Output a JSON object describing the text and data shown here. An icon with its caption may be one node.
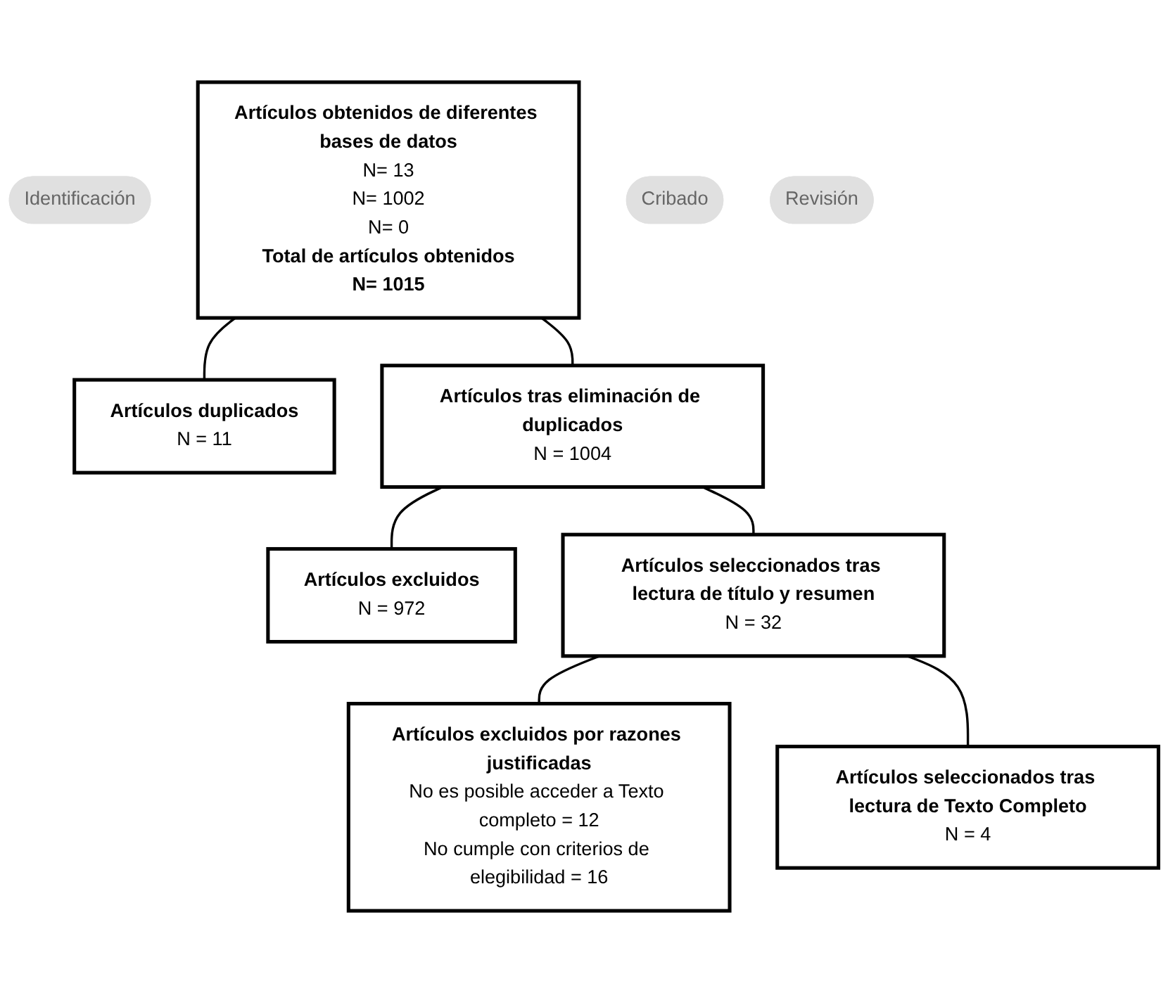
{
  "diagram": {
    "nodes": [
      {
        "text": [
          "Identificación"
        ]
      },
      {
        "text": [
          "Artículos obtenidos de diferentes bases de datos",
          "N= 13",
          "N= 1002",
          "N= 0",
          "Total de artículos obtenidos",
          "N= 1015"
        ]
      },
      {
        "text": [
          "Artículos duplicados",
          "N = 11"
        ]
      },
      {
        "text": [
          "Cribado"
        ]
      },
      {
        "text": [
          "Artículos tras eliminación de duplicados",
          "N = 1004"
        ]
      },
      {
        "text": [
          "Artículos excluidos",
          "N = 972"
        ]
      },
      {
        "text": [
          "Artículos seleccionados tras lectura de título y resumen",
          "N = 32"
        ]
      },
      {
        "text": [
          "Artículos excluidos por razones justificadas",
          "No es posible acceder a Texto completo = 12",
          "No cumple con criterios de elegibilidad = 16"
        ]
      },
      {
        "text": [
          "Revisión"
        ]
      },
      {
        "text": [
          "Artículos seleccionados tras lectura de Texto Completo",
          "N = 4"
        ]
      }
    ],
    "edges": [
      {
        "from": 1,
        "to": 2,
        "arrow": "none"
      },
      {
        "from": 1,
        "to": 4,
        "arrow": "none"
      },
      {
        "from": 4,
        "to": 5,
        "arrow": "none"
      },
      {
        "from": 4,
        "to": 6,
        "arrow": "none"
      },
      {
        "from": 6,
        "to": 7,
        "arrow": "none"
      },
      {
        "from": 6,
        "to": 9,
        "arrow": "none"
      }
    ]
  }
}
